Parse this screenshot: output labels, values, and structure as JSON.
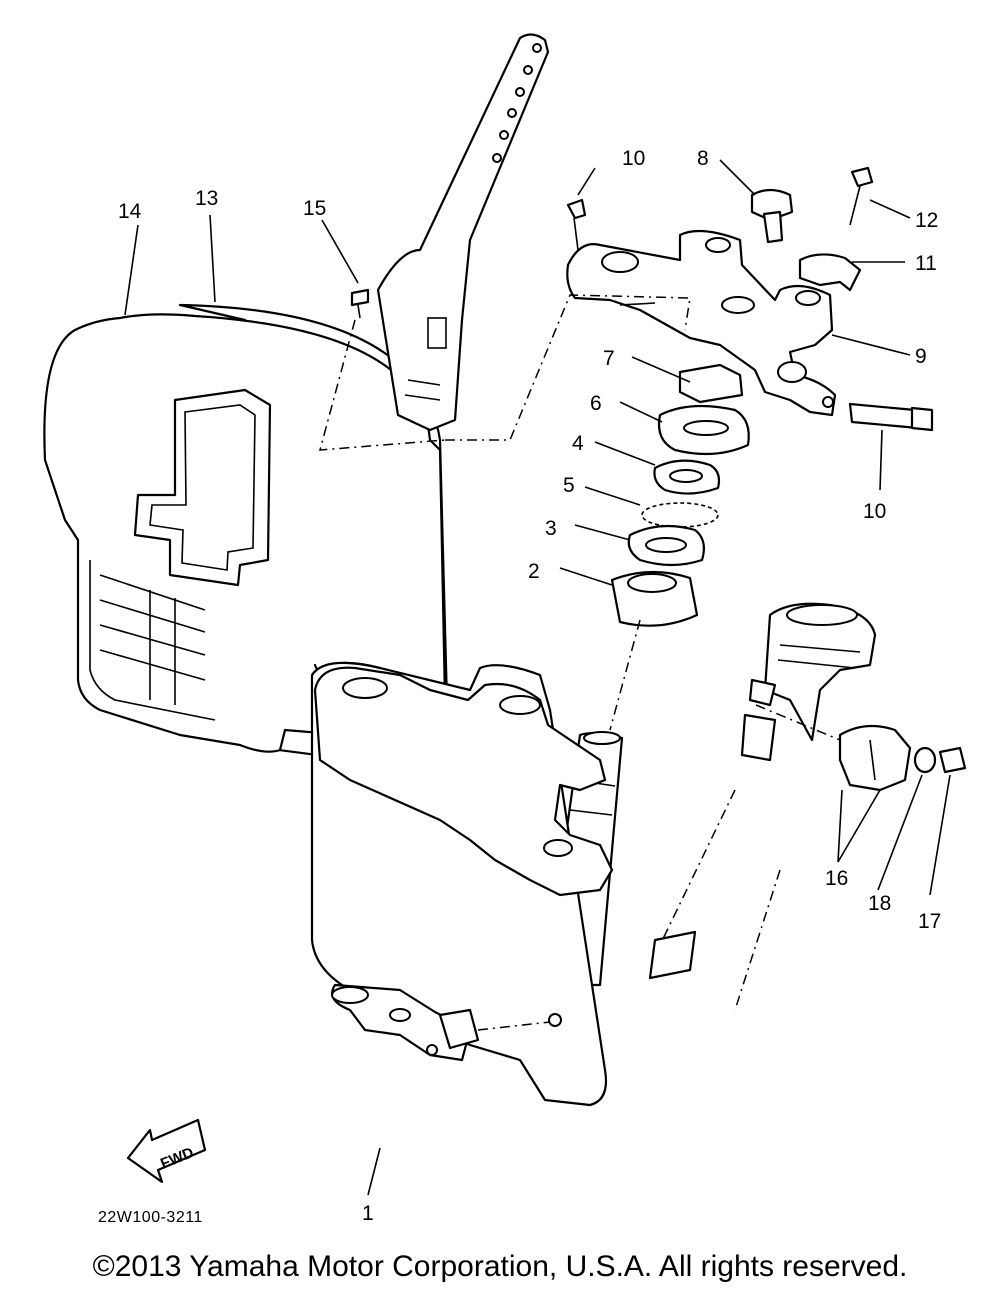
{
  "diagram": {
    "part_code": "22W100-3211",
    "fwd_label": "FWD",
    "callouts": [
      "1",
      "2",
      "3",
      "4",
      "5",
      "6",
      "7",
      "8",
      "9",
      "10",
      "10",
      "11",
      "12",
      "13",
      "14",
      "15",
      "16",
      "17",
      "18"
    ]
  },
  "copyright": "©2013 Yamaha Motor Corporation, U.S.A. All rights reserved."
}
